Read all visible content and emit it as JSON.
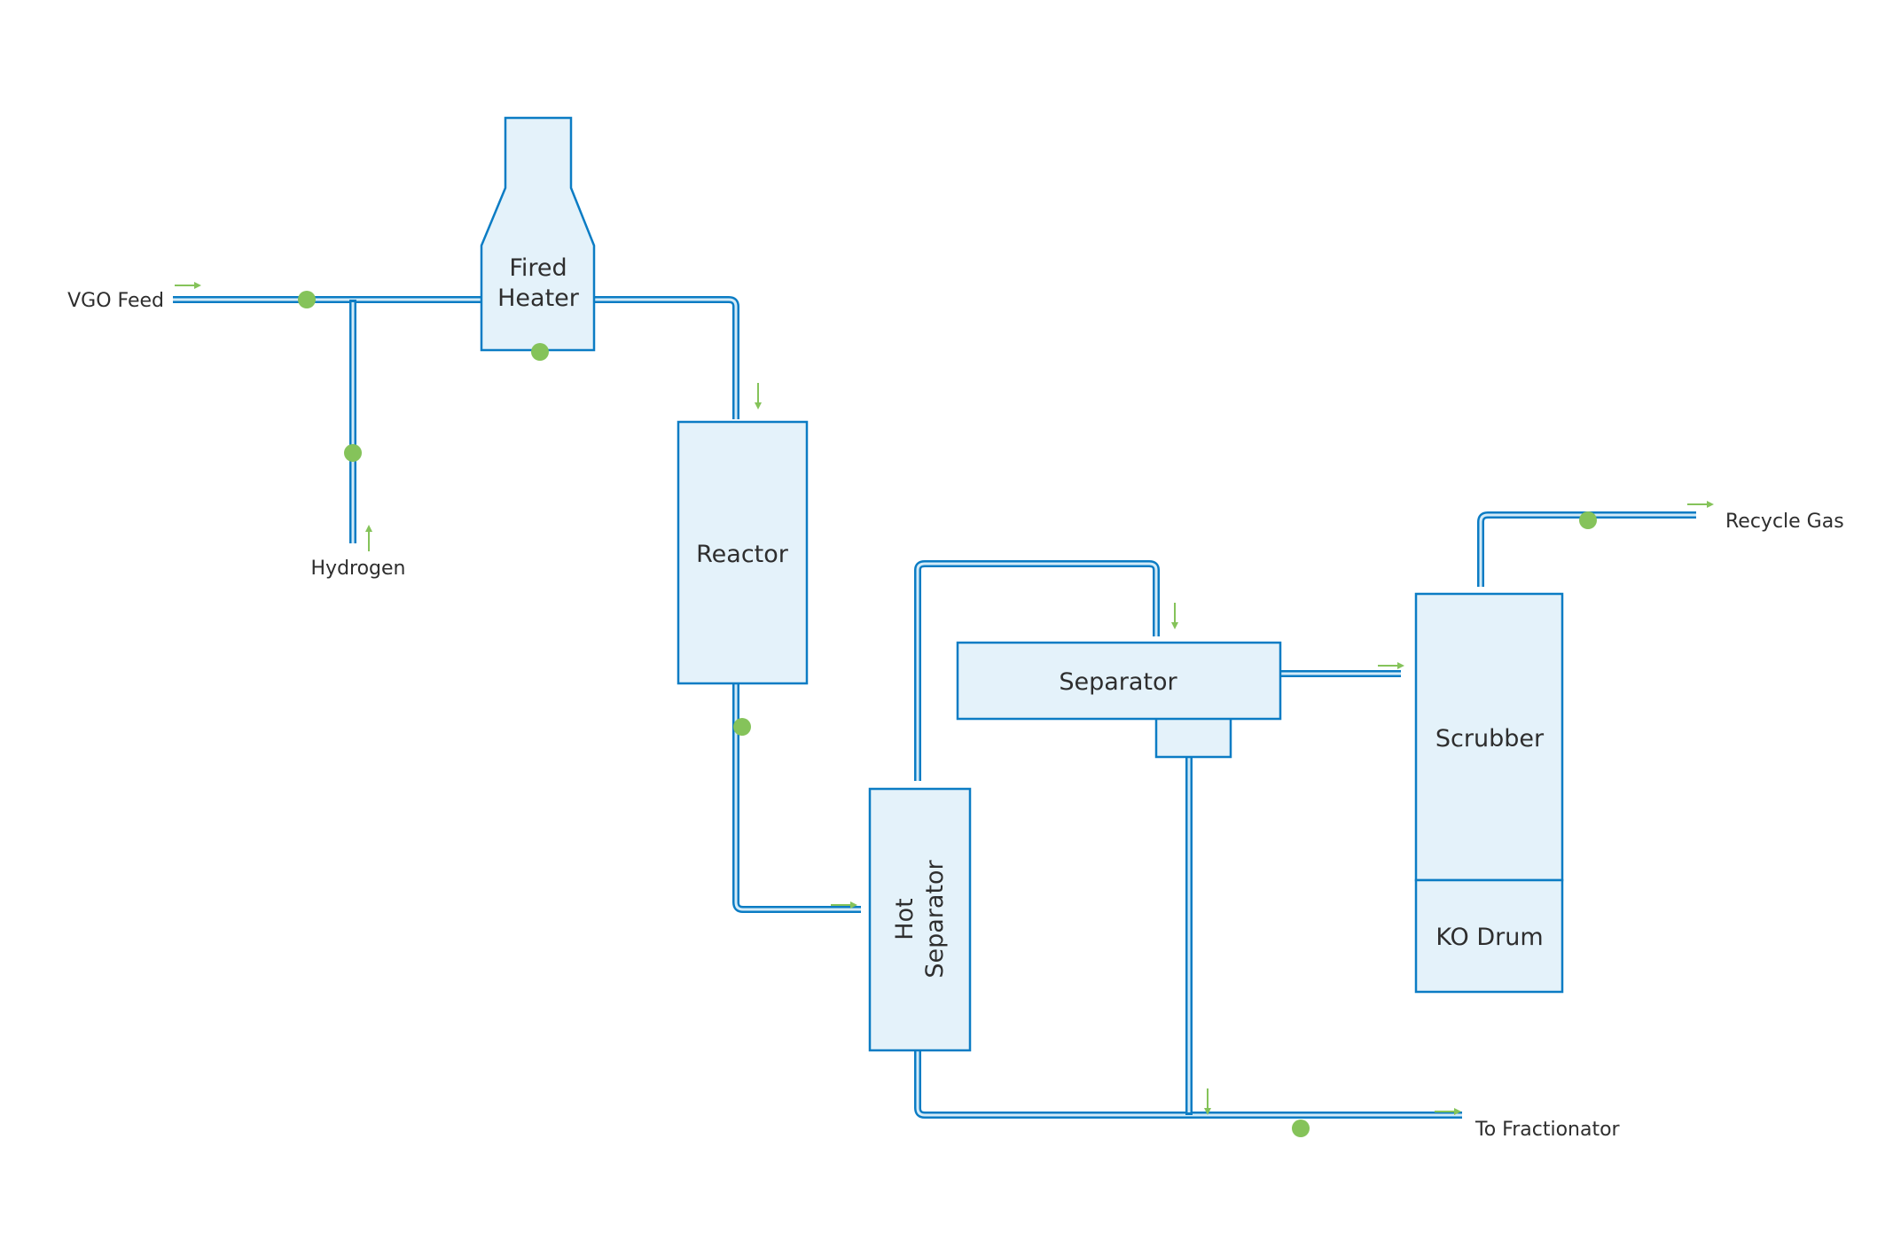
{
  "title": "Hydrocracking Unit Process Flow",
  "colors": {
    "pipe_stroke": "#0b7cc4",
    "pipe_fill": "#d4ebf8",
    "vessel_fill": "#e4f2fa",
    "vessel_stroke": "#0b7cc4",
    "valve": "#85c35a",
    "flow_arrow": "#85c35a",
    "text": "#2e2e2e"
  },
  "units": {
    "fired_heater": {
      "line1": "Fired",
      "line2": "Heater"
    },
    "reactor": {
      "label": "Reactor"
    },
    "hot_separator": {
      "line1": "Hot",
      "line2": "Separator"
    },
    "separator": {
      "label": "Separator"
    },
    "scrubber": {
      "label": "Scrubber"
    },
    "ko_drum": {
      "label": "KO Drum"
    }
  },
  "streams": {
    "vgo_feed": "VGO Feed",
    "hydrogen": "Hydrogen",
    "recycle_gas": "Recycle Gas",
    "to_fractionator": "To Fractionator"
  },
  "connections": [
    {
      "from": "VGO Feed",
      "to": "Fired Heater"
    },
    {
      "from": "Hydrogen",
      "to": "VGO Feed line"
    },
    {
      "from": "Fired Heater",
      "to": "Reactor"
    },
    {
      "from": "Reactor",
      "to": "Hot Separator"
    },
    {
      "from": "Hot Separator",
      "to": "Separator"
    },
    {
      "from": "Separator",
      "to": "Scrubber"
    },
    {
      "from": "Scrubber",
      "to": "Recycle Gas"
    },
    {
      "from": "Hot Separator",
      "to": "To Fractionator"
    },
    {
      "from": "Separator",
      "to": "To Fractionator"
    }
  ]
}
